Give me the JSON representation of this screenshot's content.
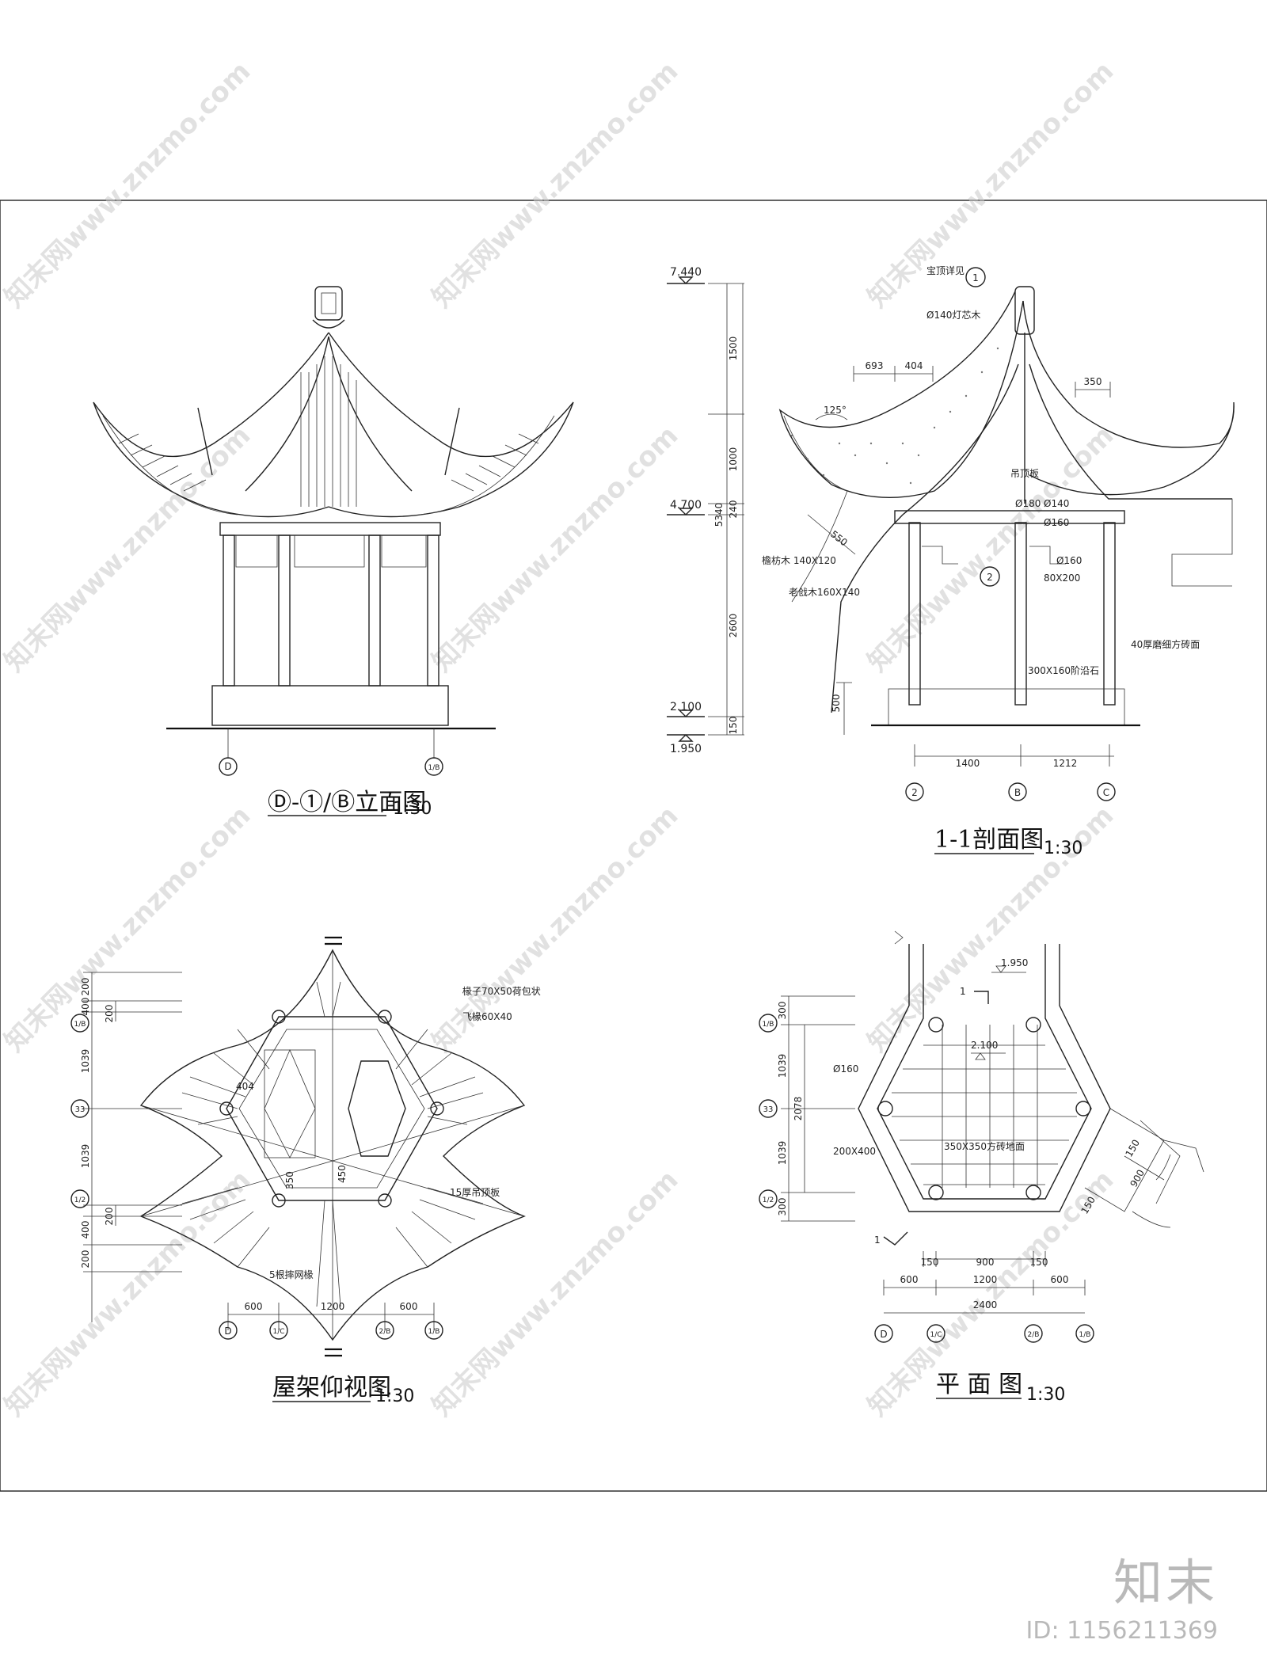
{
  "views": {
    "elevation": {
      "title": "Ⓓ-①/Ⓑ立面图",
      "scale": "1:30",
      "axes": [
        "D",
        "1/B"
      ]
    },
    "section": {
      "title": "1-1剖面图",
      "scale": "1:30",
      "levels": [
        "7.440",
        "4.700",
        "2.100",
        "1.950"
      ],
      "vdims": [
        "1500",
        "1000",
        "240",
        "5340",
        "2600",
        "150",
        "500"
      ],
      "hdims_top": [
        "693",
        "404",
        "350"
      ],
      "hdims_bottom": [
        "1400",
        "1212"
      ],
      "axes": [
        "2",
        "B",
        "C"
      ],
      "angle": "125°",
      "dim550": "550",
      "notes": [
        "宝顶详见",
        "Ø140灯芯木",
        "吊顶板",
        "Ø180",
        "Ø140",
        "Ø160",
        "Ø160",
        "80X200",
        "檐枋木 140X120",
        "老戗木160X140",
        "300X160阶沿石",
        "40厚磨细方砖面"
      ],
      "callouts": [
        "1",
        "2"
      ]
    },
    "roof_plan": {
      "title": "屋架仰视图",
      "scale": "1:30",
      "vdims": [
        "200",
        "400",
        "200",
        "1039",
        "1039",
        "200",
        "400",
        "200"
      ],
      "axes_left": [
        "1/B",
        "33",
        "1/2"
      ],
      "hdims": [
        "600",
        "1200",
        "600"
      ],
      "axes_bottom": [
        "D",
        "1/C",
        "2/B",
        "1/B"
      ],
      "inner_dims": [
        "404",
        "450",
        "350"
      ],
      "notes": [
        "椽子70X50荷包状",
        "飞椽60X40",
        "15厚吊顶板",
        "5根摔网椽"
      ]
    },
    "floor_plan": {
      "title": "平 面 图",
      "scale": "1:30",
      "vdims": [
        "300",
        "1039",
        "2078",
        "1039",
        "300"
      ],
      "axes_left": [
        "1/B",
        "33",
        "1/2"
      ],
      "hdims_top": [
        "150",
        "900",
        "150"
      ],
      "hdims_mid": [
        "600",
        "1200",
        "600"
      ],
      "hdim_total": "2400",
      "axes_bottom": [
        "D",
        "1/C",
        "2/B",
        "1/B"
      ],
      "levels": [
        "1.950",
        "2.100"
      ],
      "notes": [
        "Ø160",
        "200X400",
        "350X350方砖地面"
      ],
      "step_dims": [
        "150",
        "900",
        "150"
      ],
      "section_marks": [
        "1",
        "1"
      ]
    }
  },
  "watermark": "知末网www.znzmo.com",
  "brand": "知末",
  "image_id": "ID: 1156211369"
}
